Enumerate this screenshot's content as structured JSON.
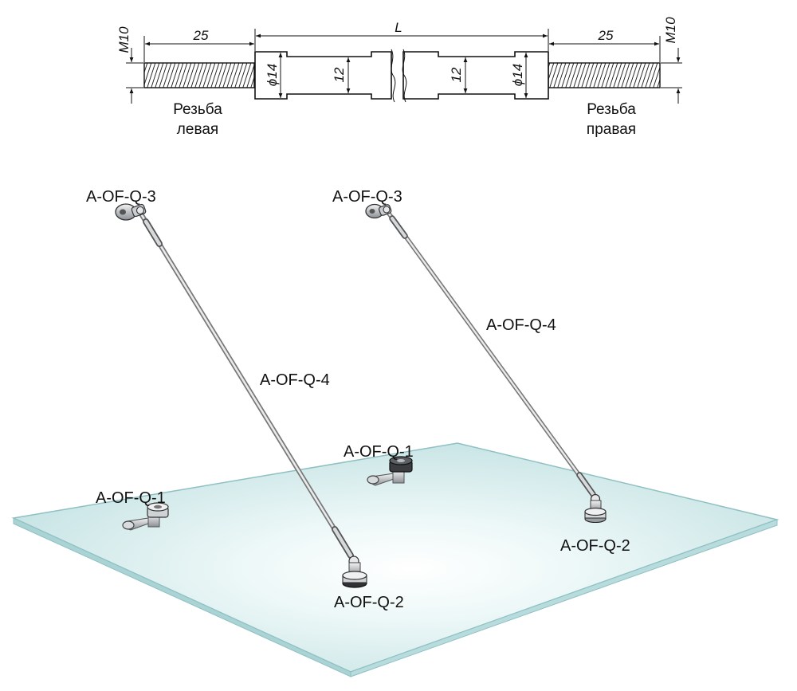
{
  "dimensions": {
    "thread_size_left": "M10",
    "thread_size_right": "M10",
    "thread_length_left": "25",
    "thread_length_right": "25",
    "overall_length": "L",
    "body_diameter_left": "ϕ14",
    "body_diameter_right": "ϕ14",
    "neck_size_left": "12",
    "neck_size_right": "12"
  },
  "notes": {
    "left_thread_line1": "Резьба",
    "left_thread_line2": "левая",
    "right_thread_line1": "Резьба",
    "right_thread_line2": "правая"
  },
  "parts": {
    "left_top_bracket": "A-OF-Q-3",
    "right_top_bracket": "A-OF-Q-3",
    "left_rod": "A-OF-Q-4",
    "right_rod": "A-OF-Q-4",
    "left_glass_holder": "A-OF-Q-1",
    "center_glass_holder": "A-OF-Q-1",
    "left_rod_end": "A-OF-Q-2",
    "right_rod_end": "A-OF-Q-2"
  },
  "colors": {
    "glass_light": "#f4fbfb",
    "glass_mid": "#cfe7e8",
    "glass_edge": "#9cc9ca",
    "steel": "#b8bcc0",
    "outline": "#111111"
  }
}
